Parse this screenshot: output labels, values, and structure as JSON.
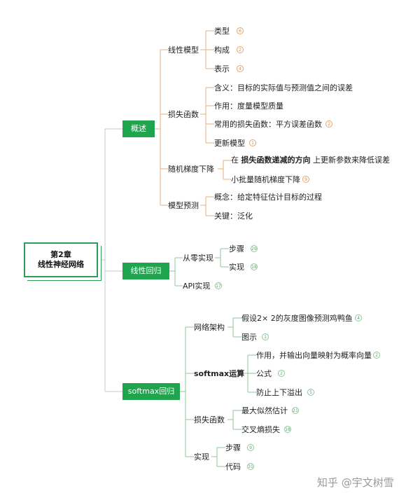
{
  "root": {
    "line1": "第2章",
    "line2": "线性神经网络"
  },
  "sections": {
    "overview": {
      "label": "概述",
      "linear_model": {
        "label": "线性模型",
        "type": {
          "label": "类型",
          "badge": "6"
        },
        "composition": {
          "label": "构成",
          "badge": "2"
        },
        "representation": {
          "label": "表示",
          "badge": "4"
        }
      },
      "loss": {
        "label": "损失函数",
        "meaning": {
          "label": "含义：目标的实际值与预测值之间的误差"
        },
        "purpose": {
          "label": "作用：度量模型质量"
        },
        "common": {
          "label": "常用的损失函数：平方误差函数",
          "badge": "2"
        },
        "update": {
          "label": "更新模型",
          "badge": "1"
        }
      },
      "sgd": {
        "label": "随机梯度下降",
        "desc_prefix": "在 ",
        "desc_bold": "损失函数递减的方向",
        "desc_suffix": " 上更新参数来降低误差",
        "minibatch": {
          "label": "小批量随机梯度下降",
          "badge": "9"
        }
      },
      "predict": {
        "label": "模型预测",
        "concept": {
          "label": "概念：给定特征估计目标的过程"
        },
        "key": {
          "label": "关键：泛化"
        }
      }
    },
    "linreg": {
      "label": "线性回归",
      "scratch": {
        "label": "从零实现",
        "steps": {
          "label": "步骤",
          "badge": "29"
        },
        "impl": {
          "label": "实现",
          "badge": "18"
        }
      },
      "api": {
        "label": "API实现",
        "badge": "17"
      }
    },
    "softmax": {
      "label": "softmax回归",
      "arch": {
        "label": "网络架构",
        "assume": {
          "label": "假设2×  2的灰度图像预测鸡鸭鱼",
          "badge": "4"
        },
        "figure": {
          "label": "图示",
          "badge": "1"
        }
      },
      "op": {
        "label": "softmax运算",
        "purpose": {
          "label": "作用，并输出向量映射为概率向量",
          "badge": "2"
        },
        "formula": {
          "label": "公式",
          "badge": "2"
        },
        "overflow": {
          "label": "防止上下溢出",
          "badge": "5"
        }
      },
      "loss": {
        "label": "损失函数",
        "mle": {
          "label": "最大似然估计",
          "badge": "21"
        },
        "ce": {
          "label": "交叉熵损失",
          "badge": "18"
        }
      },
      "impl": {
        "label": "实现",
        "steps": {
          "label": "步骤",
          "badge": "9"
        },
        "code": {
          "label": "代码",
          "badge": "31"
        }
      }
    }
  },
  "watermark": "知乎 @宇文树雪",
  "colors": {
    "green": "#1fa54e",
    "orange_line": "#e3b27d",
    "green_line": "#8fc79c",
    "gray_line": "#cccccc"
  }
}
